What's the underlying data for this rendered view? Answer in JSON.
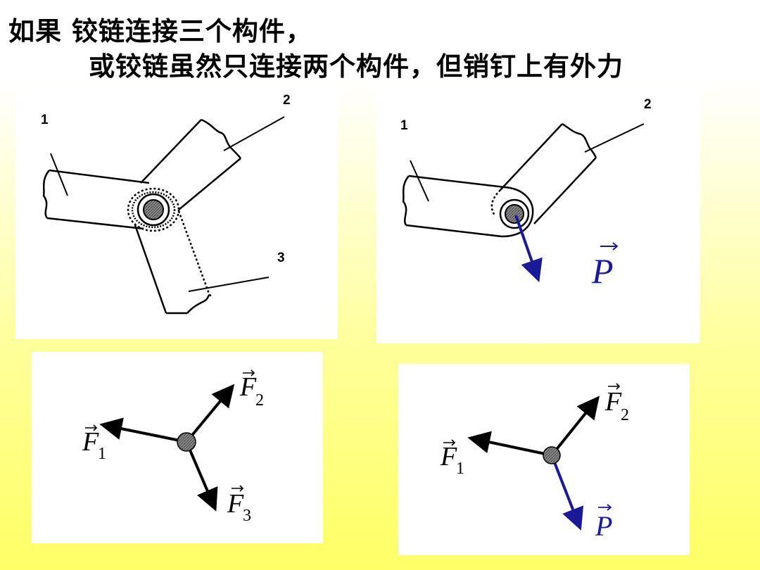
{
  "title": {
    "line1": "如果  铰链连接三个构件，",
    "line2": "或铰链虽然只连接两个构件，但销钉上有外力"
  },
  "panel_a": {
    "labels": [
      "1",
      "2",
      "3"
    ]
  },
  "panel_b": {
    "labels": [
      "1",
      "2"
    ],
    "force_symbol": "P"
  },
  "panel_c": {
    "forces": [
      {
        "symbol": "F",
        "subscript": "1"
      },
      {
        "symbol": "F",
        "subscript": "2"
      },
      {
        "symbol": "F",
        "subscript": "3"
      }
    ]
  },
  "panel_d": {
    "forces": [
      {
        "symbol": "F",
        "subscript": "1"
      },
      {
        "symbol": "F",
        "subscript": "2"
      }
    ],
    "external_symbol": "P"
  },
  "colors": {
    "external_force": "#1a1a99",
    "pin_fill": "#808080",
    "ink": "#000000"
  }
}
